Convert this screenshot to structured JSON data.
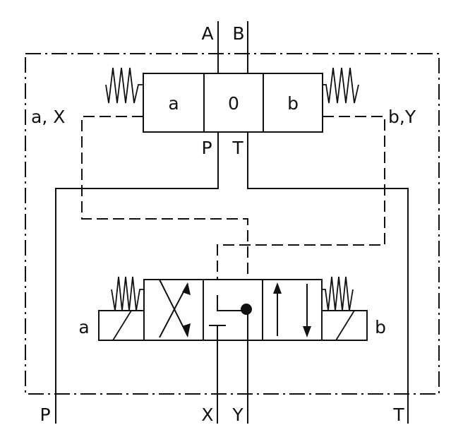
{
  "labels": {
    "port_a": "A",
    "port_b": "B",
    "port_p_top": "P",
    "port_t_top": "T",
    "pilot_a_x": "a, X",
    "pilot_b_y": "b,Y",
    "main_pos_a": "a",
    "main_pos_0": "0",
    "main_pos_b": "b",
    "sol_a": "a",
    "sol_b": "b",
    "port_p_bottom": "P",
    "port_x_bottom": "X",
    "port_y_bottom": "Y",
    "port_t_bottom": "T"
  }
}
